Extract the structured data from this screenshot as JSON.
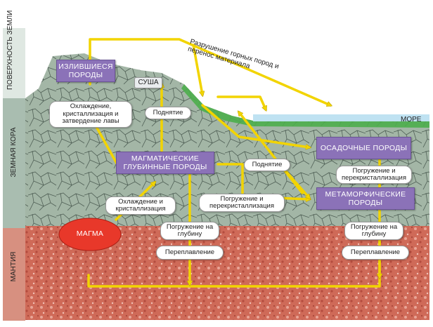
{
  "colors": {
    "arrow": "#f2d400",
    "purple": "#8b72b8",
    "magma": "#e8382a",
    "mantle": "#c86050",
    "crust": "#9aae9e",
    "sea": "#bfe2f2",
    "grass": "#4cae4c"
  },
  "side_labels": {
    "surface": "ПОВЕРХНОСТЬ ЗЕМЛИ",
    "crust": "ЗЕМНАЯ КОРА",
    "mantle": "МАНТИЯ"
  },
  "top_caption": "Разрушение горных пород и перенос материала",
  "land": "СУША",
  "sea": "МОРЕ",
  "rocks": {
    "extrusive": "ИЗЛИВШИЕСЯ ПОРОДЫ",
    "plutonic": "МАГМАТИЧЕСКИЕ ГЛУБИННЫЕ ПОРОДЫ",
    "sedimentary": "ОСАДОЧНЫЕ ПОРОДЫ",
    "metamorphic": "МЕТАМОРФИЧЕСКИЕ ПОРОДЫ",
    "magma": "МАГМА"
  },
  "processes": {
    "cooling_lava": "Охлаждение, кристаллизация и затвердение лавы",
    "uplift_1": "Поднятие",
    "uplift_2": "Поднятие",
    "cooling_cryst": "Охлаждение и кристаллизация",
    "burial_recryst_1": "Погружение и перекристаллизация",
    "burial_recryst_2": "Погружение и перекристаллизация",
    "burial_1": "Погружение на глубину",
    "burial_2": "Погружение на глубину",
    "remelt_1": "Переплавление",
    "remelt_2": "Переплавление"
  }
}
